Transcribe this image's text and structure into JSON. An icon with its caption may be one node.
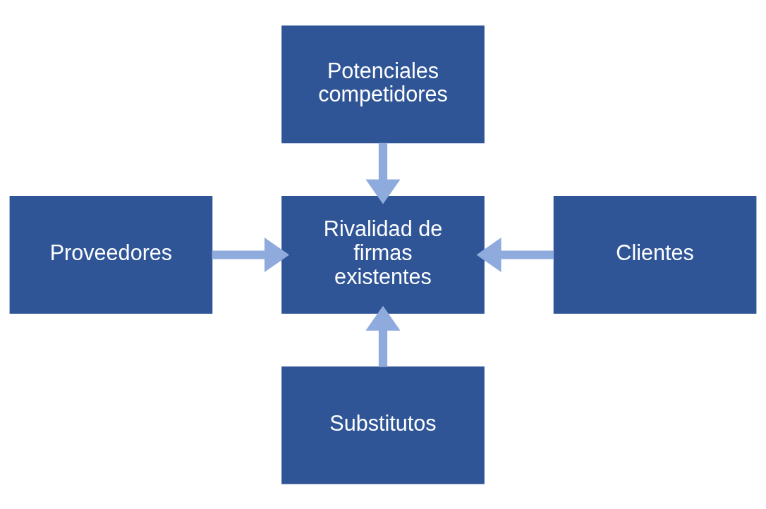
{
  "diagram": {
    "nodes": [
      {
        "text": [
          "Potenciales competidores"
        ]
      },
      {
        "text": [
          "Proveedores"
        ]
      },
      {
        "text": [
          "Rivalidad de firmas existentes"
        ]
      },
      {
        "text": [
          "Clientes"
        ]
      },
      {
        "text": [
          "Substitutos"
        ]
      }
    ],
    "edges": [
      {
        "from": 0,
        "to": 2,
        "arrow": "to"
      },
      {
        "from": 1,
        "to": 2,
        "arrow": "to"
      },
      {
        "from": 3,
        "to": 2,
        "arrow": "to"
      },
      {
        "from": 4,
        "to": 2,
        "arrow": "to"
      }
    ]
  }
}
